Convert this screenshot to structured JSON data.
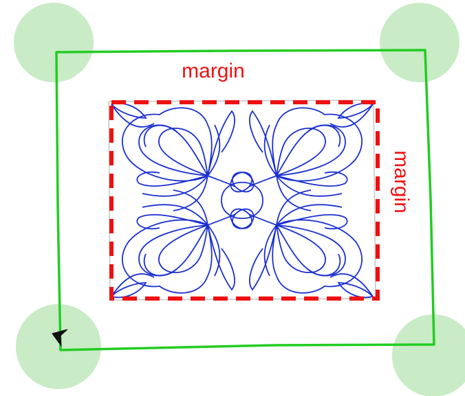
{
  "labels": {
    "top_margin": "margin",
    "right_margin": "margin"
  },
  "colors": {
    "frame": "#22cc22",
    "corner_marker": "#bfe8bc",
    "margin_box": "#ee1111",
    "margin_label": "#ee1111",
    "pattern": "#1a2fd0",
    "pattern_border": "#c8c8c8",
    "cursor": "#111111"
  },
  "icons": {
    "corner_markers": "circle",
    "cursor": "arrow-cursor-icon"
  }
}
